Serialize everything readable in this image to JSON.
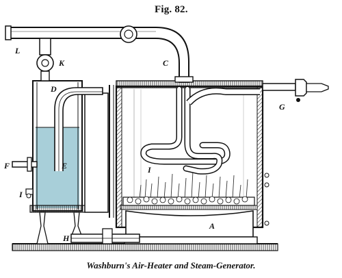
{
  "figure": {
    "title": "Fig. 82.",
    "caption": "Washburn's Air-Heater and Steam-Generator.",
    "labels": {
      "L": "L",
      "K": "K",
      "C": "C",
      "D": "D",
      "G": "G",
      "F": "F",
      "E": "E",
      "I_left": "I",
      "I_inner": "I",
      "H": "H",
      "A": "A"
    },
    "colors": {
      "water": "#a8cfd9",
      "ink": "#111111",
      "paper": "#ffffff"
    }
  }
}
